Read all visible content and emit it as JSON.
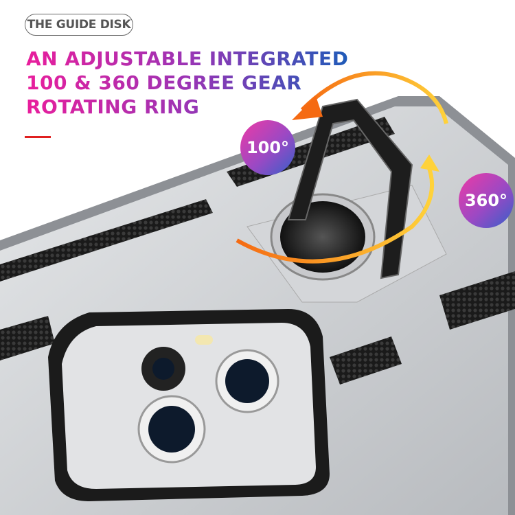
{
  "badge_label": "THE GUIDE DISK",
  "headline": {
    "lines": [
      "AN ADJUSTABLE INTEGRATED",
      "100 & 360 DEGREE GEAR",
      "ROTATING RING"
    ]
  },
  "angle_badges": {
    "small": "100°",
    "full": "360°"
  },
  "colors": {
    "gradient_start": "#e91e9c",
    "gradient_end": "#1f5bb8",
    "accent_line": "#e02020",
    "arrow": "#f7a81b",
    "case": "#c9ccd0"
  }
}
